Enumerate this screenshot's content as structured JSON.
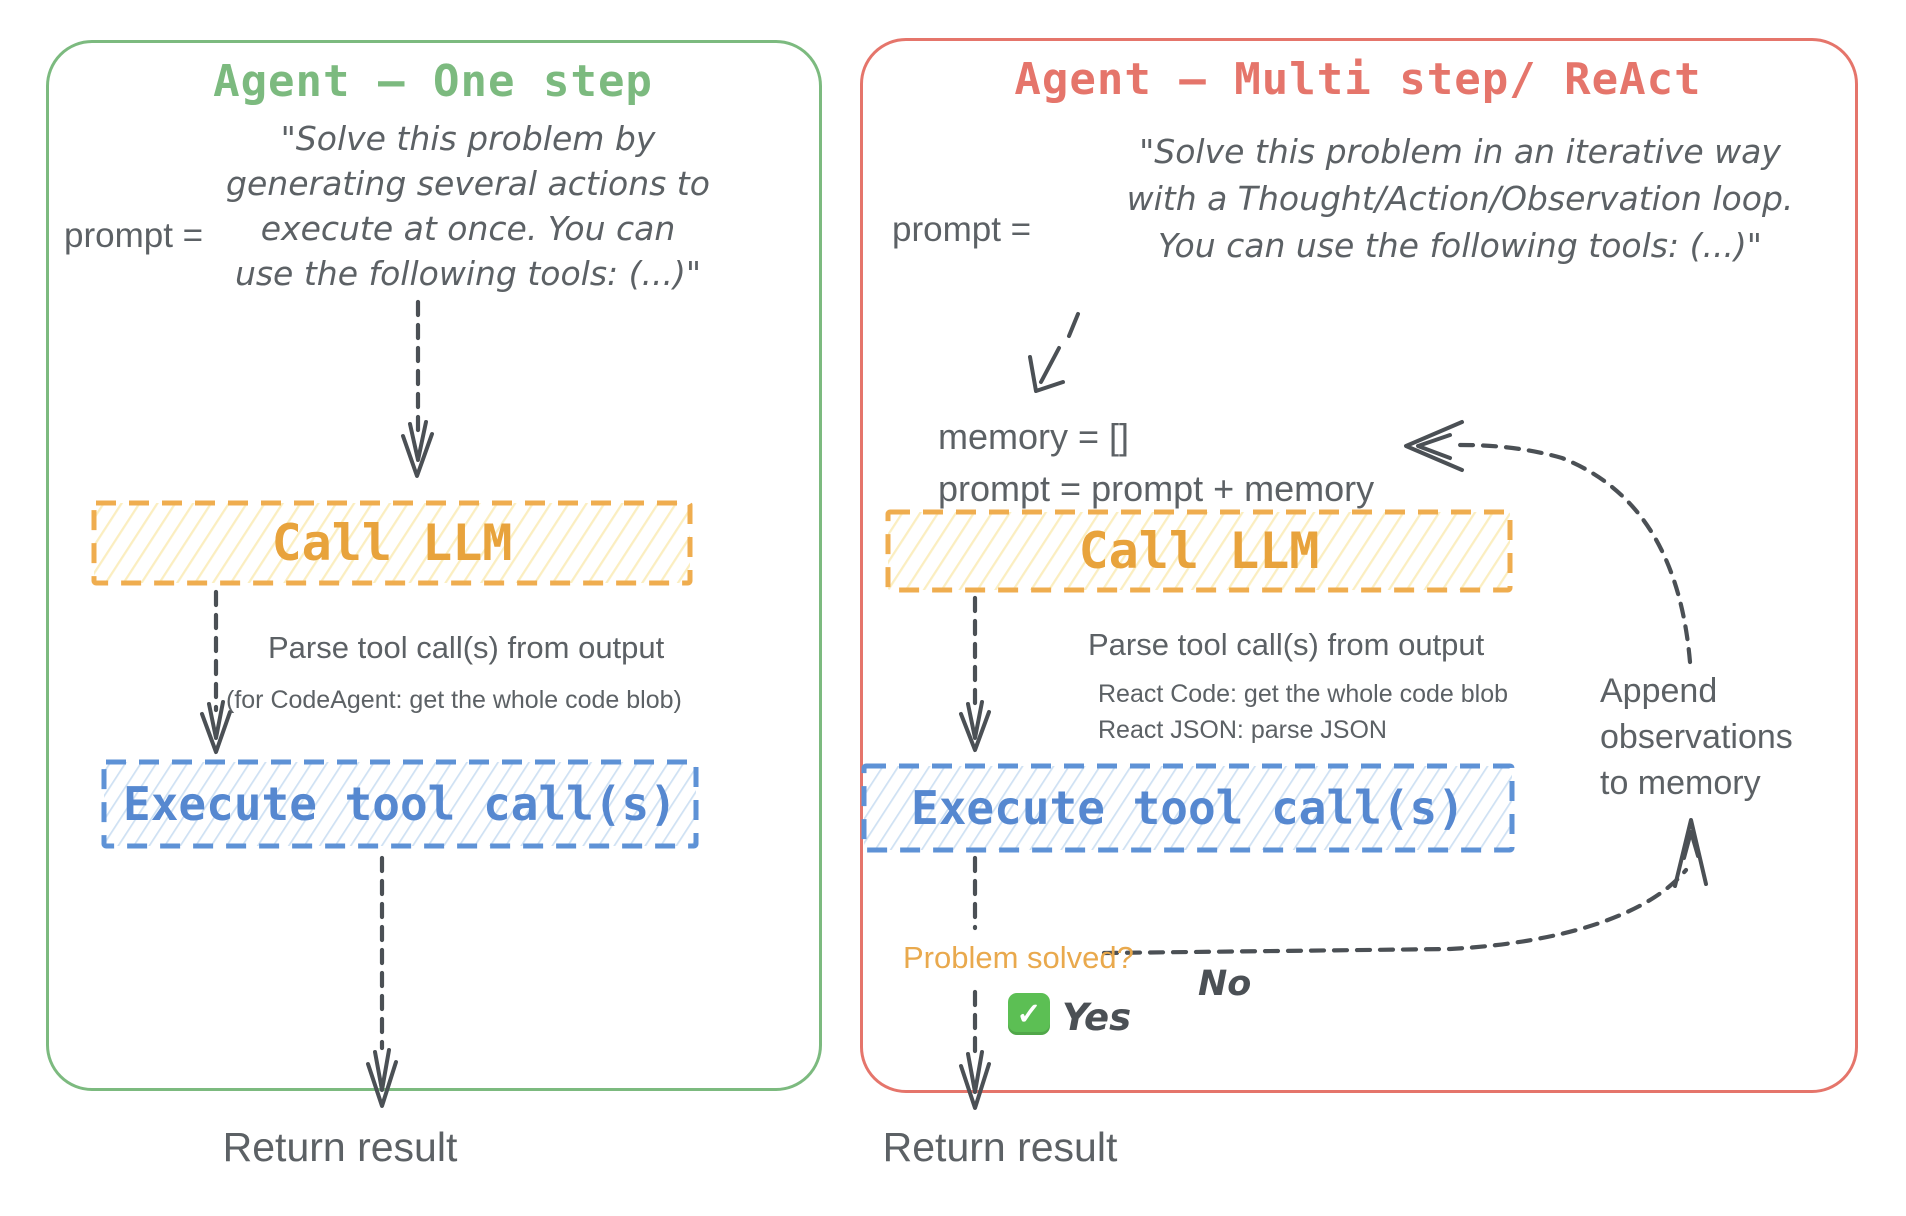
{
  "left_panel": {
    "title": "Agent – One step",
    "prompt_label": "prompt =",
    "prompt_lines": [
      "\"Solve this problem by",
      "generating several actions to",
      "execute at once. You can",
      "use the following tools: (...)\""
    ],
    "call_llm_label": "Call LLM",
    "parse_title": "Parse tool call(s) from output",
    "parse_note": "(for CodeAgent: get the whole code blob)",
    "execute_label": "Execute tool call(s)",
    "return_label": "Return result"
  },
  "right_panel": {
    "title": "Agent – Multi step/ ReAct",
    "prompt_label": "prompt =",
    "prompt_lines": [
      "\"Solve this problem in an iterative way",
      "with a Thought/Action/Observation loop.",
      "You can use the following tools: (...)\""
    ],
    "memory_init": "memory = []",
    "prompt_update": "prompt = prompt + memory",
    "call_llm_label": "Call LLM",
    "parse_title": "Parse tool call(s) from output",
    "parse_note_code": "React Code: get the whole code blob",
    "parse_note_json": "React JSON: parse JSON",
    "execute_label": "Execute tool call(s)",
    "append_lines": [
      "Append",
      "observations",
      "to memory"
    ],
    "problem_solved": "Problem solved?",
    "yes_label": "Yes",
    "no_label": "No",
    "check_icon": "✓",
    "return_label": "Return result"
  },
  "colors": {
    "green": "#7cba7f",
    "red": "#e5756b",
    "orange": "#efad4f",
    "orange-text": "#e8a33c",
    "hatch-y": "#fbeec0",
    "blue": "#5e92d6",
    "blue-text": "#5688d0",
    "hatch-b": "#cfe1f3",
    "gray": "#5c6165",
    "arrow": "#4b5055",
    "problem": "#e9a94d",
    "check-green": "#5cbf54"
  }
}
